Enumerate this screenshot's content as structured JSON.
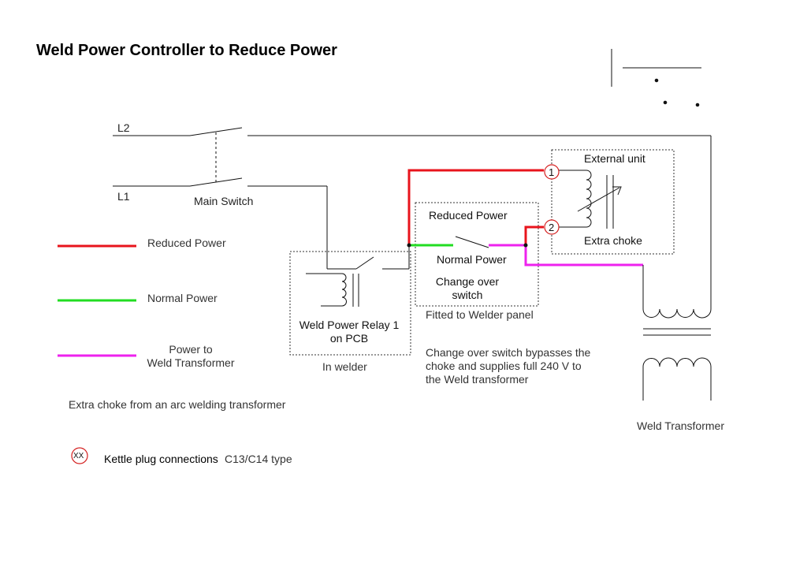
{
  "title": "Weld Power Controller to Reduce Power",
  "labels": {
    "l2": "L2",
    "l1": "L1",
    "main_switch": "Main Switch",
    "external_unit": "External unit",
    "extra_choke": "Extra choke",
    "reduced_power_box": "Reduced Power",
    "normal_power_box": "Normal Power",
    "change_over_line1": "Change over",
    "change_over_line2": "switch",
    "fitted_to_panel": "Fitted to Welder panel",
    "relay_line1": "Weld Power Relay 1",
    "relay_line2": "on PCB",
    "in_welder": "In welder",
    "bypass_note_line1": "Change over switch bypasses the",
    "bypass_note_line2": "choke and supplies full 240 V to",
    "bypass_note_line3": "the Weld transformer",
    "weld_transformer": "Weld Transformer",
    "choke_note": "Extra choke from an arc welding transformer"
  },
  "legend": {
    "reduced_power": "Reduced Power",
    "normal_power": "Normal Power",
    "power_to_line1": "Power to",
    "power_to_line2": "Weld Transformer"
  },
  "connectors": {
    "c1": "1",
    "c2": "2",
    "key_symbol": "XX",
    "key_label_a": "Kettle plug connections",
    "key_label_b": "C13/C14 type"
  },
  "colors": {
    "reduced_power": "#e8141c",
    "normal_power": "#22dd22",
    "power_to_transformer": "#ee22ee",
    "wire": "#111111",
    "connector_ring": "#d42020"
  }
}
